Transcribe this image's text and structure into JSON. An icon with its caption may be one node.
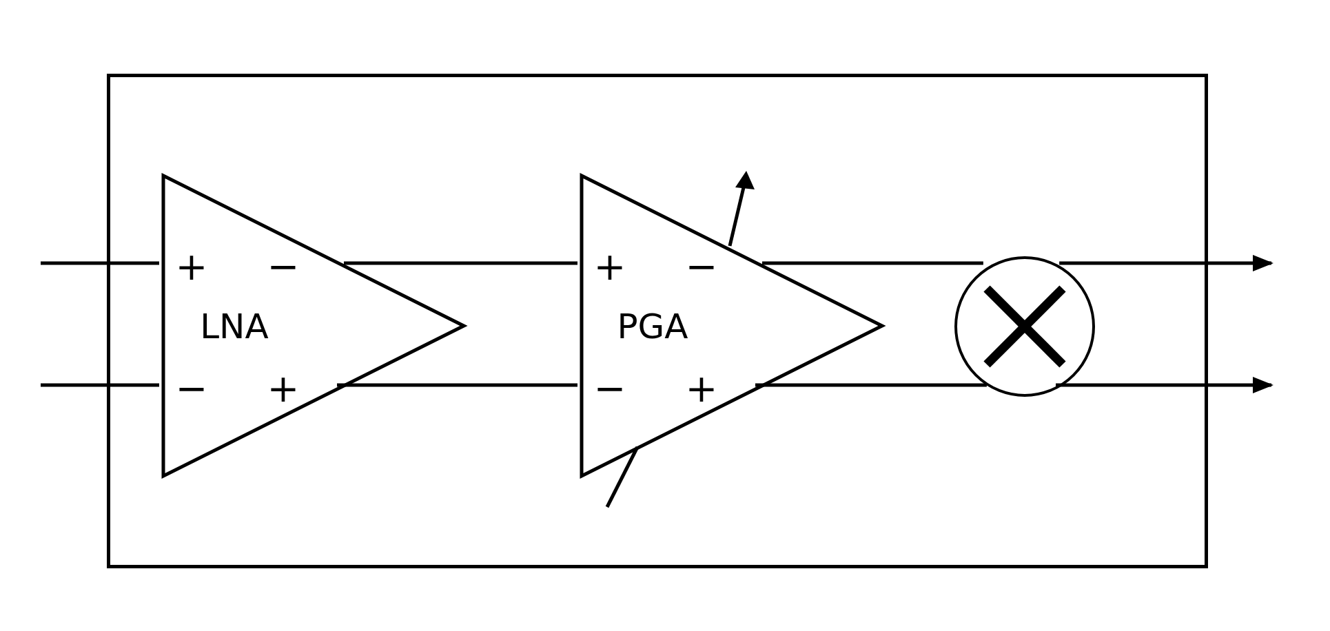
{
  "diagram": {
    "nodes": [
      {
        "text": [],
        "shape": "box"
      },
      {
        "text": [
          "+",
          "−",
          "LNA",
          "−",
          "+"
        ],
        "in": 0
      },
      {
        "text": [
          "+",
          "−",
          "PGA",
          "−",
          "+"
        ],
        "in": 0
      },
      {
        "text": [],
        "shape": "circle",
        "in": 0
      }
    ],
    "edges": [
      {
        "from": null,
        "to": 1,
        "arrow": "none"
      },
      {
        "from": null,
        "to": 1,
        "arrow": "none"
      },
      {
        "from": 1,
        "to": 2,
        "arrow": "none"
      },
      {
        "from": 1,
        "to": 2,
        "arrow": "none"
      },
      {
        "from": 2,
        "to": 3,
        "arrow": "none"
      },
      {
        "from": 2,
        "to": 3,
        "arrow": "none"
      },
      {
        "from": 3,
        "to": null,
        "arrow": "to"
      },
      {
        "from": 3,
        "to": null,
        "arrow": "to"
      }
    ]
  }
}
